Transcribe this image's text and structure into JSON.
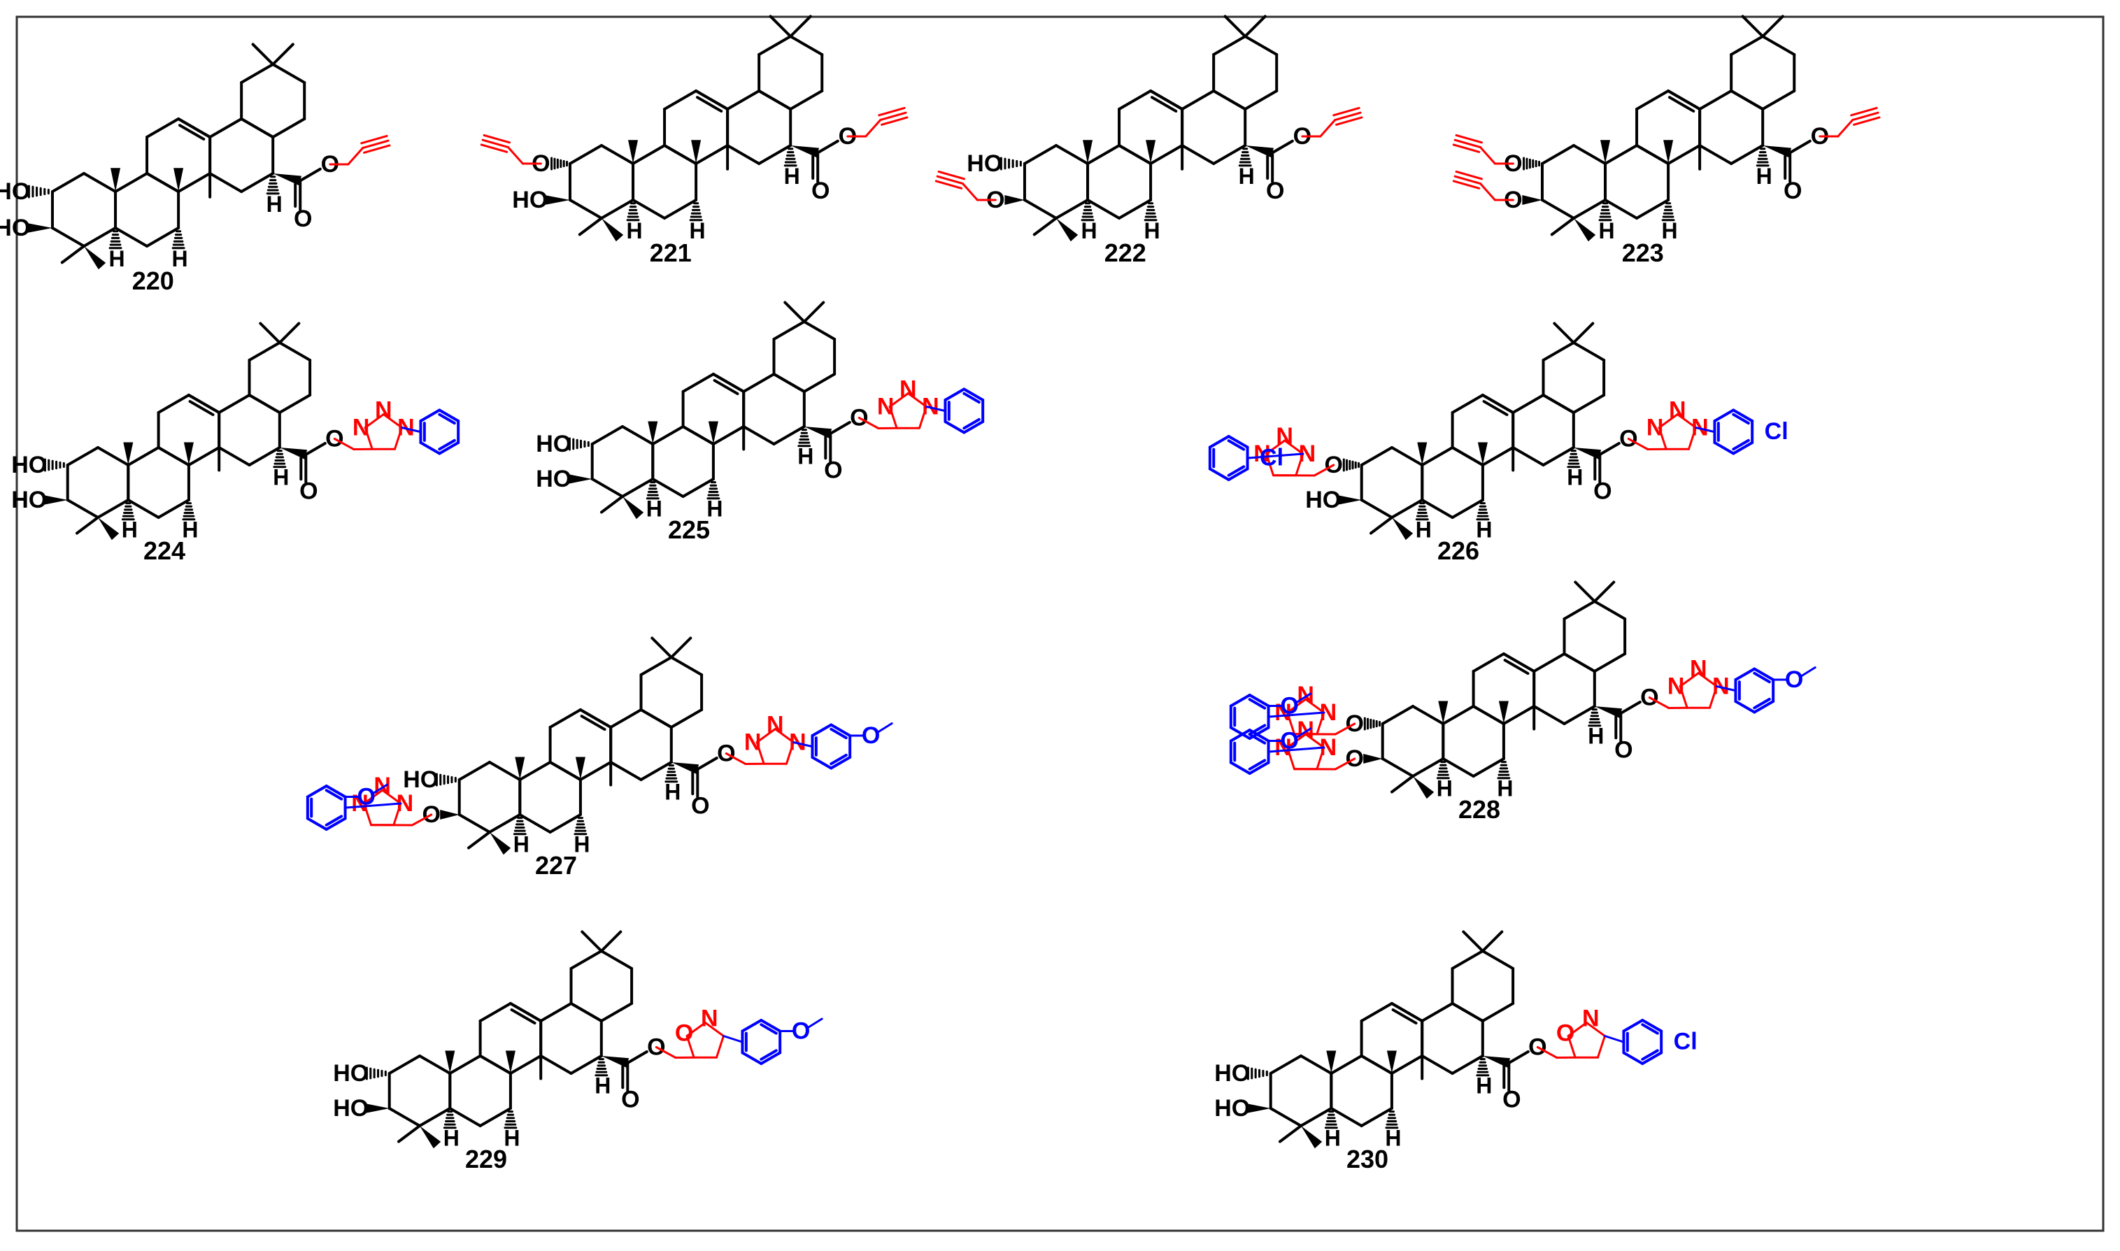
{
  "colors": {
    "core": "#000000",
    "linker": "#ff0000",
    "aryl": "#0000ff",
    "frame": "#333333"
  },
  "atom_labels": {
    "hydroxyl": "HO",
    "hydrogen": "H",
    "oxygen": "O",
    "nitrogen": "N",
    "chlorine": "Cl"
  },
  "compounds": [
    {
      "id": "220"
    },
    {
      "id": "221"
    },
    {
      "id": "222"
    },
    {
      "id": "223"
    },
    {
      "id": "224"
    },
    {
      "id": "225"
    },
    {
      "id": "226"
    },
    {
      "id": "227"
    },
    {
      "id": "228"
    },
    {
      "id": "229"
    },
    {
      "id": "230"
    }
  ]
}
